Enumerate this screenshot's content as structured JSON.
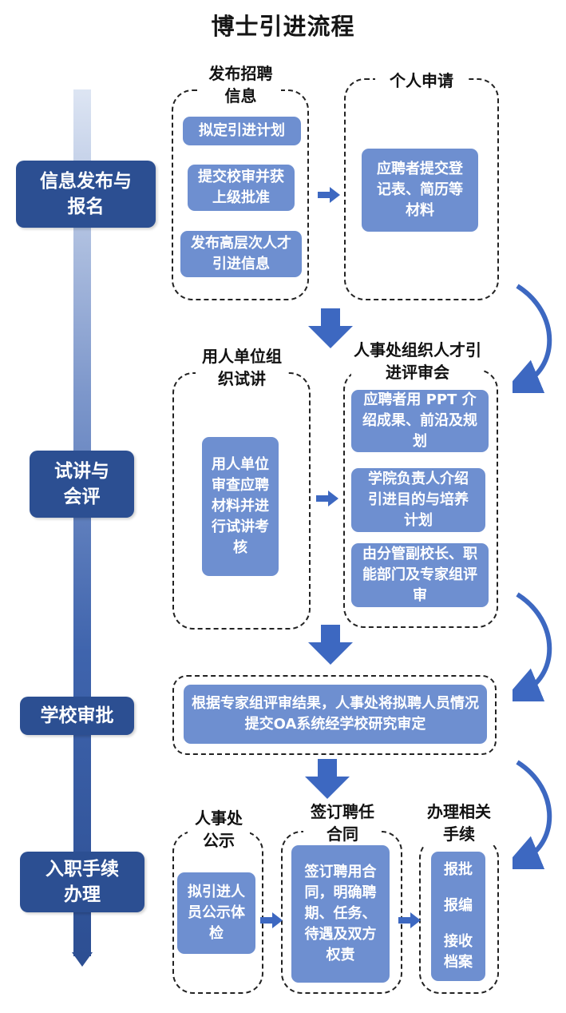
{
  "title": "博士引进流程",
  "stages": [
    "信息发布与报名",
    "试讲与会评",
    "学校审批",
    "入职手续办理"
  ],
  "groups": {
    "release_info": {
      "heading": "发布招聘信息",
      "cards": [
        "拟定引进计划",
        "提交校审并获上级批准",
        "发布高层次人才引进信息"
      ]
    },
    "personal_apply": {
      "heading": "个人申请",
      "cards": [
        "应聘者提交登记表、简历等材料"
      ]
    },
    "unit_trial": {
      "heading": "用人单位组织试讲",
      "cards": [
        "用人单位审查应聘材料并进行试讲考核"
      ]
    },
    "hr_review": {
      "heading": "人事处组织人才引进评审会",
      "cards": [
        "应聘者用 PPT 介绍成果、前沿及规划",
        "学院负责人介绍引进目的与培养计划",
        "由分管副校长、职能部门及专家组评审"
      ]
    },
    "school_approval": {
      "cards": [
        "根据专家组评审结果，人事处将拟聘人员情况提交OA系统经学校研究审定"
      ]
    },
    "hr_publicity": {
      "heading": "人事处公示",
      "cards": [
        "拟引进人员公示体检"
      ]
    },
    "sign_contract": {
      "heading": "签订聘任合同",
      "cards": [
        "签订聘用合同，明确聘期、任务、待遇及双方权责"
      ]
    },
    "procedures": {
      "heading": "办理相关手续",
      "cards": [
        "报批",
        "报编",
        "接收档案"
      ]
    }
  },
  "colors": {
    "stage_fill": "#2c4f92",
    "card_fill": "#6e8fd0",
    "arrow_fill": "#3d68c1"
  }
}
